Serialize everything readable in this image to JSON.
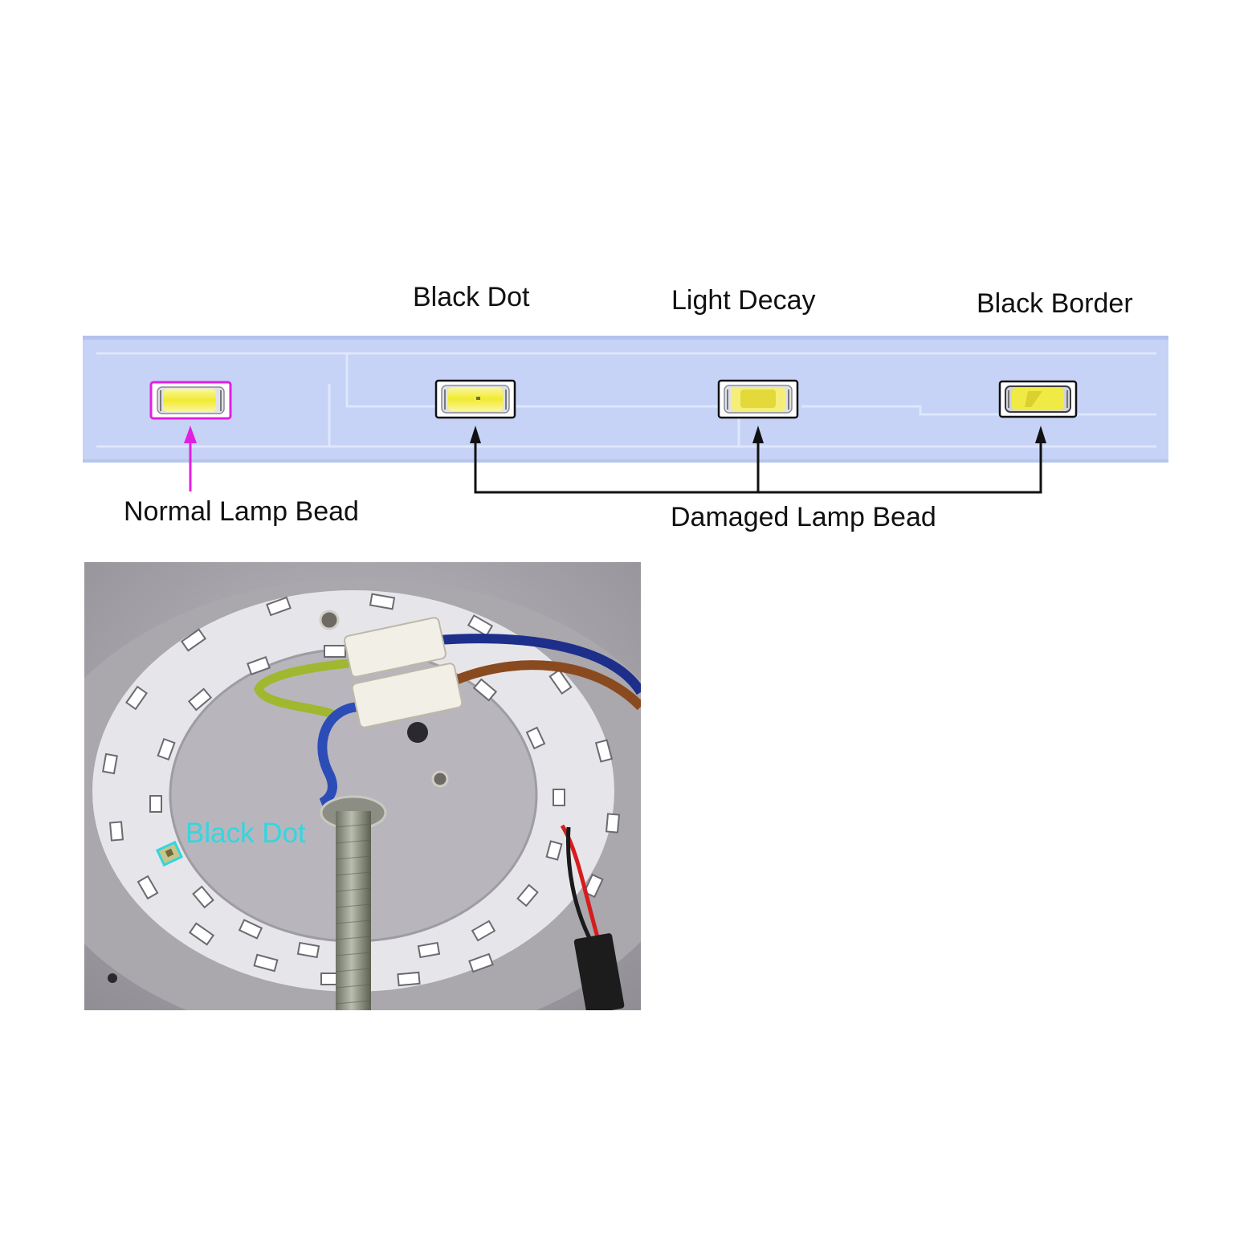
{
  "labels": {
    "black_dot": "Black Dot",
    "light_decay": "Light Decay",
    "black_border": "Black Border",
    "normal_lamp_bead": "Normal Lamp Bead",
    "damaged_lamp_bead": "Damaged Lamp Bead",
    "photo_black_dot": "Black Dot"
  },
  "colors": {
    "strip": "#c6d2f6",
    "strip_trace": "#d9e3fb",
    "bead_yellow": "#f2ec3c",
    "normal_highlight": "#e020e0",
    "damaged_outline": "#111111",
    "photo_annotation": "#33d6e0",
    "wire_blue": "#1d2f8a",
    "wire_brown": "#8a4a20",
    "wire_red": "#d61c1c"
  }
}
